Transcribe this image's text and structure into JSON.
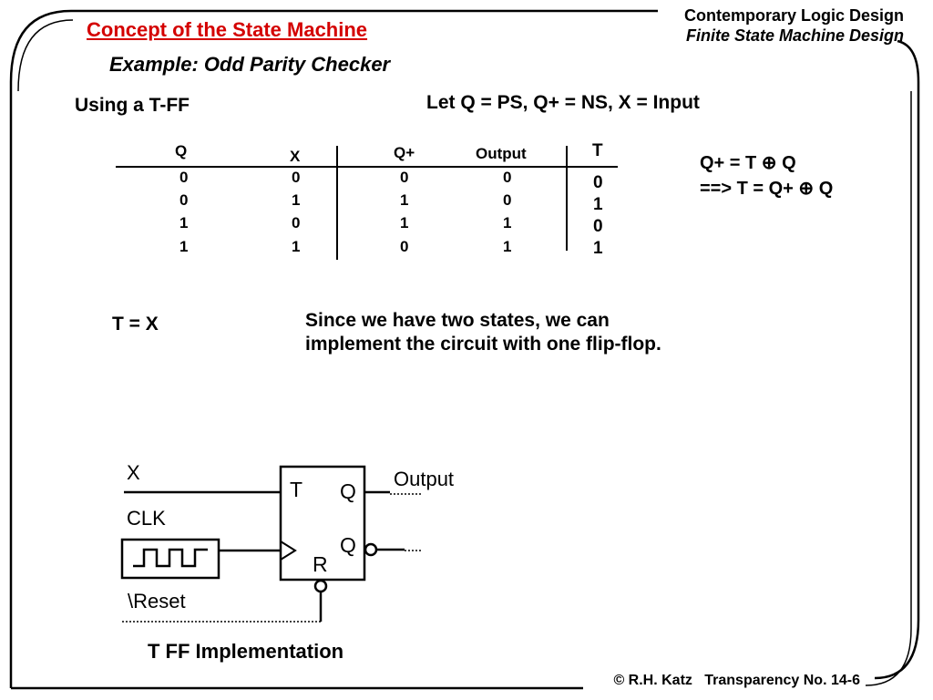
{
  "header": {
    "title": "Concept of the State Machine",
    "subtitle": "Example: Odd Parity Checker",
    "book": "Contemporary Logic Design",
    "chapter": "Finite State Machine Design"
  },
  "intro": {
    "using": "Using a T-FF",
    "let_statement": "Let Q = PS, Q+ = NS, X = Input"
  },
  "table": {
    "headers": [
      "Q",
      "X",
      "Q+",
      "Output"
    ],
    "rows": [
      [
        "0",
        "0",
        "0",
        "0"
      ],
      [
        "0",
        "1",
        "1",
        "0"
      ],
      [
        "1",
        "0",
        "1",
        "1"
      ],
      [
        "1",
        "1",
        "0",
        "1"
      ]
    ],
    "t_header": "T",
    "t_values": [
      "0",
      "1",
      "0",
      "1"
    ]
  },
  "equations": {
    "line1": "Q+ = T ⊕ Q",
    "line2": "==> T = Q+ ⊕ Q",
    "t_equals": "T = X"
  },
  "note": "Since we have two states, we can implement the circuit with one flip-flop.",
  "circuit": {
    "input_x": "X",
    "clk": "CLK",
    "reset": "\\Reset",
    "ff_t": "T",
    "ff_q": "Q",
    "ff_qbar": "Q",
    "ff_r": "R",
    "output": "Output",
    "caption": "T FF Implementation"
  },
  "footer": {
    "copyright": "© R.H. Katz",
    "transparency": "Transparency No. 14-6"
  }
}
